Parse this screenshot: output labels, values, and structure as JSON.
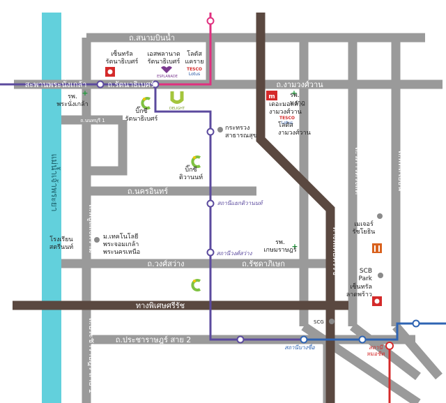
{
  "colors": {
    "road": "#9a9a9a",
    "expressway": "#5a4840",
    "river": "#62d0dc",
    "purple_line": "#5b4a9e",
    "blue_line": "#2e64b3",
    "pink_line": "#e0307f",
    "red_line": "#d42a2a",
    "label_road": "#ffffff",
    "hospital_cross": "#1f9a3a",
    "delight": "#a4c53c",
    "text": "#222222"
  },
  "roads": {
    "sanam_bin_nam": "ถ.สนามบินน้ำ",
    "saphan_phra_nang_klao": "สะพานพระนั่งเกล้า",
    "rattanathibet": "ถ.รัตนาธิเบศร์",
    "ngamwongwan": "ถ.งามวงศ์วาน",
    "nonthaburi_1": "ถ.นนทบุรี 1",
    "nakhon_in": "ถ.นครอินทร์",
    "wong_sawang": "ถ.วงศ์สว่าง",
    "ratchadaphisek": "ถ.รัชดาภิเษก",
    "phibun_songkhram": "ถ.พิบูลสงคราม",
    "vibhavadi_rangsit": "ถ.วิภาวดีรังสิต",
    "phahonyothin": "ถ.พหลโยธิน",
    "prachachuen_sai_2": "ถ.ประชาราษฎร์ สาย 2",
    "prachachuen_sai_1": "ถ.ประชาราษฎร์ สาย 1",
    "chalerm_maha_nakhon": "ทางพิเศษศรีรัช",
    "si_rat_vertical": "ทางพิเศษศรีรัช",
    "river": "แม่น้ำเจ้าพระยา"
  },
  "stations": {
    "tiwanon_junction": "สถานีแยกติวานนท์",
    "wong_sawang": "สถานีวงศ์สว่าง",
    "bang_sue": "สถานีบางซื่อ",
    "mo_chit": "สถานี\nหมอชิต"
  },
  "landmarks": {
    "central_rattanathibet": "เซ็นทรัล\nรัตนาธิเบศร์",
    "esplanade": "เอสพลานาด\nรัตนาธิเบศร์",
    "esplanade_logo": "ESPLANADE",
    "lotus_khae_rai": "โลตัส\nแคราย",
    "tesco": "TESCO",
    "lotus_word": "Lotus",
    "hosp_phra_nang_klao": "รพ.\nพระนั่งเกล้า",
    "big_c_rattanathibet": "บิ๊กซี\nรัตนาธิเบศร์",
    "delight_logo": "DELIGHT",
    "ministry_health": "กระทรวง\nสาธารณสุข",
    "hosp_mongkut": "รพ.\nมงกุฎ",
    "the_mall": "เดอะมอลล์\nงามวงศ์วาน",
    "lotus_ngamwongwan": "โลตัส\nงามวงศ์วาน",
    "big_c_tiwanon": "บิ๊กซี\nติวานนท์",
    "satri_nonthaburi": "โรงเรียน\nสตรีนนท์",
    "kmutnb": "ม.เทคโนโลยี\nพระจอมเกล้า\nพระนครเหนือ",
    "hosp_kasem": "รพ.\nเกษมราษฎร์",
    "major_ratchayothin": "เมเจอร์\nรัชโยธิน",
    "scb_park": "SCB\nPark",
    "central_ladprao": "เซ็นทรัล\nลาดพร้าว",
    "scg": "SCG"
  },
  "icons": [
    "hospital-cross-icon",
    "central-logo-icon",
    "esplanade-logo-icon",
    "tesco-lotus-logo-icon",
    "big-c-logo-icon",
    "the-mall-logo-icon",
    "major-logo-icon",
    "metro-station-icon",
    "bts-station-icon",
    "landmark-dot-icon"
  ]
}
